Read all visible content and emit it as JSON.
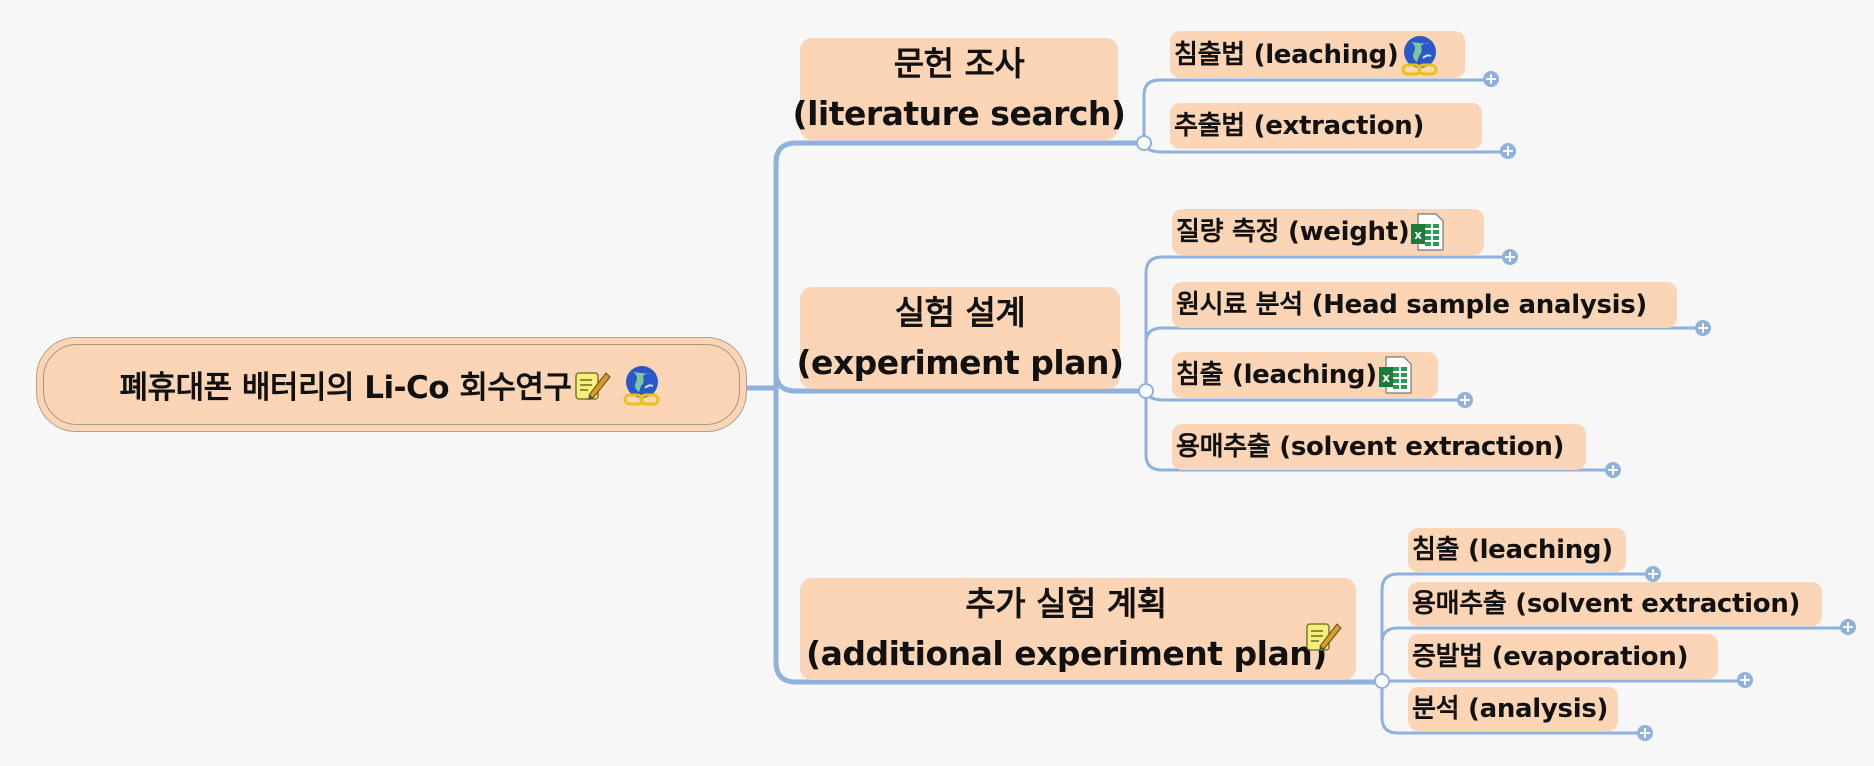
{
  "root": {
    "label": "폐휴대폰 배터리의 Li-Co 회수연구",
    "icons": [
      "note-icon",
      "globe-link-icon"
    ]
  },
  "branches": [
    {
      "title": "문헌 조사",
      "subtitle": "(literature search)",
      "children": [
        {
          "label": "침출법 (leaching)",
          "icon": "globe-link-icon"
        },
        {
          "label": "추출법 (extraction)",
          "icon": null
        }
      ]
    },
    {
      "title": "실험 설계",
      "subtitle": "(experiment plan)",
      "children": [
        {
          "label": "질량 측정 (weight)",
          "icon": "excel-icon"
        },
        {
          "label": "원시료 분석 (Head sample analysis)",
          "icon": null
        },
        {
          "label": "침출 (leaching)",
          "icon": "excel-icon"
        },
        {
          "label": "용매추출 (solvent extraction)",
          "icon": null
        }
      ]
    },
    {
      "title": "추가 실험 계획",
      "subtitle": "(additional experiment plan)",
      "icon": "note-icon",
      "children": [
        {
          "label": "침출 (leaching)",
          "icon": null
        },
        {
          "label": "용매추출 (solvent extraction)",
          "icon": null
        },
        {
          "label": "증발법 (evaporation)",
          "icon": null
        },
        {
          "label": "분석 (analysis)",
          "icon": null
        }
      ]
    }
  ],
  "colors": {
    "background": "#f7f7f7",
    "node_fill": "#fbd5b5",
    "connector": "#8fb1dc",
    "expand_button": "#8fb1dc"
  }
}
